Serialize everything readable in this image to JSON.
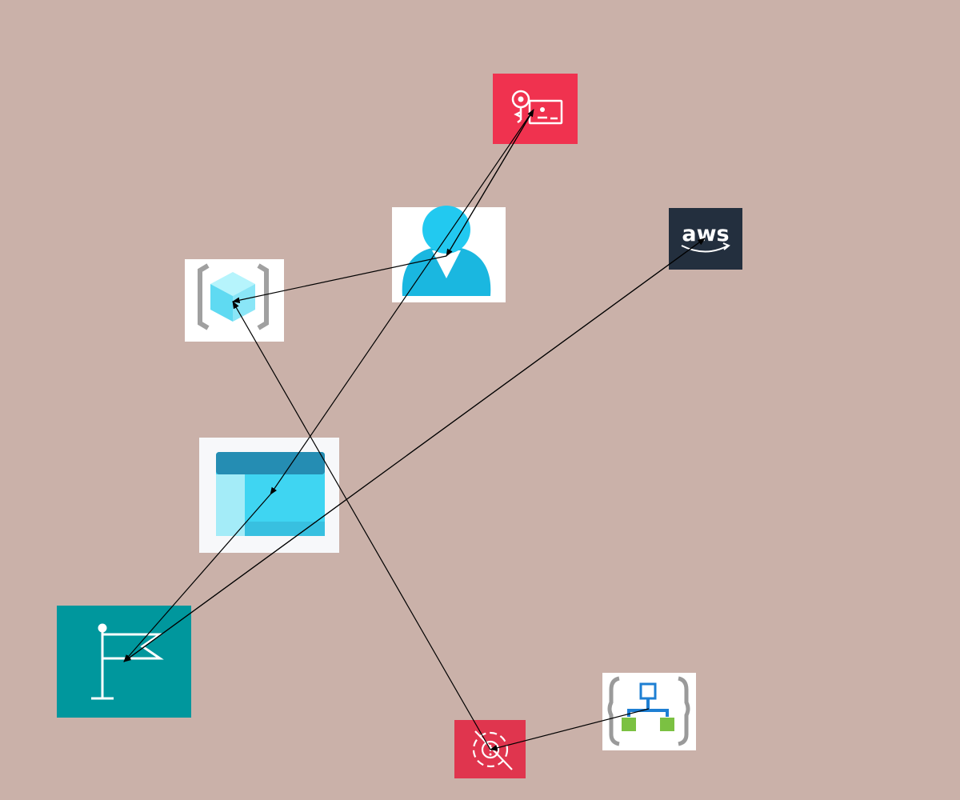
{
  "diagram": {
    "background": "#cab1a9",
    "edge_color": "#000000",
    "nodes": [
      {
        "id": "key-card",
        "icon": "access-key-icon",
        "bg": "#f0324f"
      },
      {
        "id": "user",
        "icon": "user-icon",
        "bg": "#ffffff"
      },
      {
        "id": "aws",
        "icon": "aws-logo-icon",
        "bg": "#232f3e",
        "label": "aws"
      },
      {
        "id": "cube",
        "icon": "resource-cube-icon",
        "bg": "#ffffff"
      },
      {
        "id": "window",
        "icon": "app-window-icon",
        "bg": "#f7f8fa"
      },
      {
        "id": "flag",
        "icon": "flag-icon",
        "bg": "#00979d"
      },
      {
        "id": "logic",
        "icon": "logic-app-icon",
        "bg": "#ffffff"
      },
      {
        "id": "target",
        "icon": "security-target-icon",
        "bg": "#e0354e"
      }
    ],
    "edges": [
      {
        "from": "user",
        "to": "key-card"
      },
      {
        "from": "key-card",
        "to": "user"
      },
      {
        "from": "user",
        "to": "cube"
      },
      {
        "from": "key-card",
        "to": "window"
      },
      {
        "from": "window",
        "to": "flag"
      },
      {
        "from": "aws",
        "to": "flag"
      },
      {
        "from": "flag",
        "to": "aws"
      },
      {
        "from": "target",
        "to": "cube"
      },
      {
        "from": "logic",
        "to": "target"
      }
    ]
  }
}
